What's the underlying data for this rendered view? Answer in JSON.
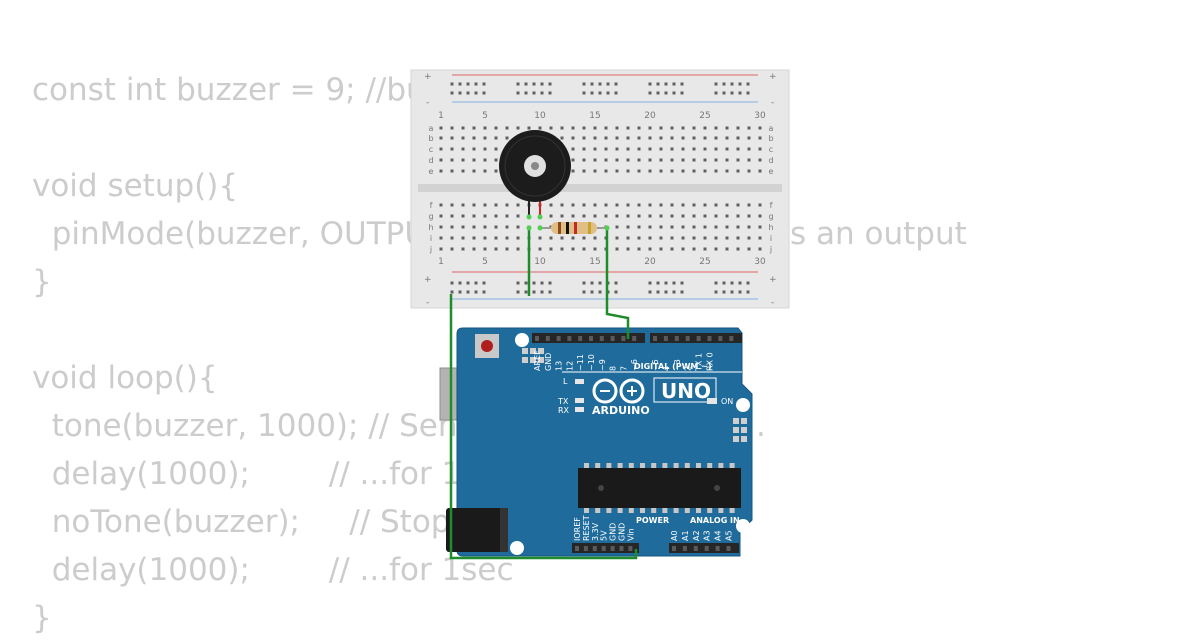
{
  "code": [
    "const int buzzer = 9; //buz",
    "",
    "void setup(){",
    "  pinMode(buzzer, OUTPU",
    "}",
    "",
    "void loop(){",
    "  tone(buzzer, 1000); // Send",
    "  delay(1000);        // ...for 1 se",
    "  noTone(buzzer);     // Stop",
    "  delay(1000);        // ...for 1sec",
    "}"
  ],
  "code_fragments": {
    "output_tail": "s an output",
    "line8_tail": "."
  },
  "breadboard": {
    "column_numbers": [
      "1",
      "5",
      "10",
      "15",
      "20",
      "25",
      "30"
    ],
    "top_rows": [
      "a",
      "b",
      "c",
      "d",
      "e"
    ],
    "bottom_rows": [
      "f",
      "g",
      "h",
      "i",
      "j"
    ],
    "plus": "+",
    "minus": "-"
  },
  "arduino": {
    "header_digital": [
      "AREF",
      "GND",
      "13",
      "12",
      "~11",
      "~10",
      "~9",
      "8",
      "7",
      "~6",
      "~5",
      "4",
      "~3",
      "2",
      "TX 1",
      "RX 0"
    ],
    "header_power": [
      "IOREF",
      "RESET",
      "3.3V",
      "5V",
      "GND",
      "GND",
      "Vin"
    ],
    "header_analog": [
      "A0",
      "A1",
      "A2",
      "A3",
      "A4",
      "A5"
    ],
    "digital_label": "DIGITAL (PWM ~)",
    "uno_label": "UNO",
    "brand": "ARDUINO",
    "on_label": "ON",
    "l_label": "L",
    "tx_label": "TX",
    "rx_label": "RX",
    "power_label": "POWER",
    "analog_label": "ANALOG IN"
  },
  "colors": {
    "code_text": "#cccccc",
    "board_blue": "#1f6c9c",
    "breadboard": "#e8e8e8",
    "wire_green": "#1e8c2a",
    "rail_red": "#e06666",
    "rail_blue": "#7fb2e0"
  }
}
